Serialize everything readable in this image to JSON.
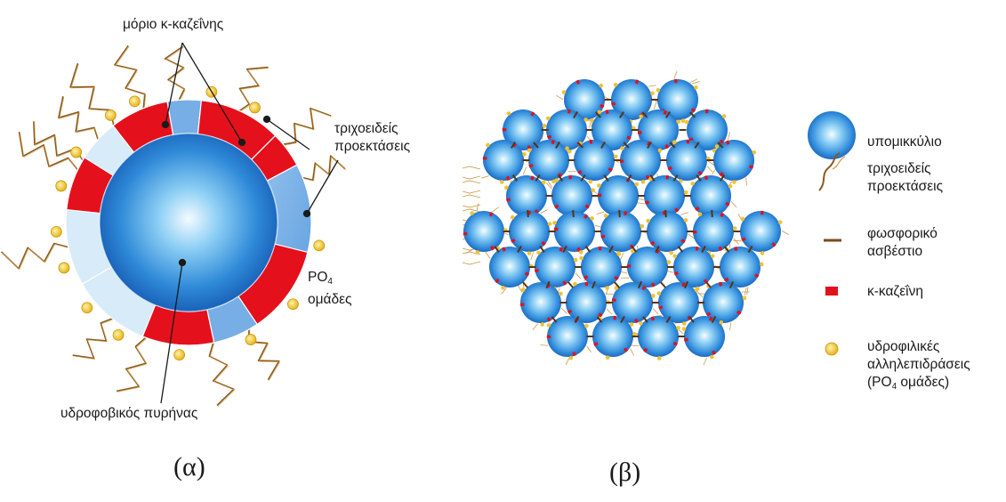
{
  "labels": {
    "kappa_casein_molecule": "μόριο κ-καζεΐνης",
    "hair_projections": "τριχοειδείς\nπροεκτάσεις",
    "po4_groups_main": "PO",
    "po4_sub": "4",
    "po4_groups_word": "ομάδες",
    "hydrophobic_core": "υδροφοβικός πυρήνας"
  },
  "legend": {
    "submicelle": "υπομικκύλιο",
    "hair_projections": "τριχοειδείς\nπροεκτάσεις",
    "calcium_phosphate": "φωσφορικό\nασβέστιο",
    "kappa_casein": "κ-καζεΐνη",
    "hydrophilic_1": "υδροφιλικές",
    "hydrophilic_2": "αλληλεπιδράσεις",
    "hydrophilic_3a": "(PO",
    "hydrophilic_3sub": "4",
    "hydrophilic_3b": " ομάδες)"
  },
  "captions": {
    "alpha": "(α)",
    "beta": "(β)"
  },
  "colors": {
    "red": "#e4101c",
    "blue_dark": "#1766c8",
    "blue_light": "#eef8ff",
    "band_light": "#78aee6",
    "band_pale": "#d7ebf8",
    "gold": "#f1c232",
    "hair": "#8a5a22"
  }
}
